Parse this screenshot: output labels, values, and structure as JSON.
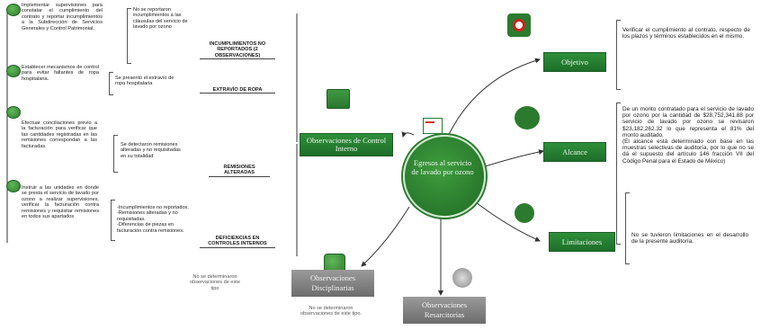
{
  "center": {
    "title": "Egresos al servicio de lavado por ozono"
  },
  "left": {
    "actions": [
      "Implementar supervisiones para constatar el cumplimiento del contrato y reportar incumplimientos a la Subdirección de Servicios Generales y Control Patrimonial.",
      "Establecer mecanismos de control para evitar faltantes de ropa hospitalaria.",
      "Efectuar conciliaciones previo a la facturación para verificar que las cantidades registradas en las remisiones correspondan a las facturadas.",
      "Instruir a las unidades en donde se presta el servicio de lavado por ozono a realizar supervisiones, verificar la facturación contra remisiones y requisitar remisiones en todos sus apartados"
    ],
    "findings": [
      "No se reportaron incumplimientos a las cláusulas del servicio de lavado por ozono",
      "Se presentó el extravío de ropa hospitalaria",
      "Se detectaron remisiones alteradas y no requisitadas en su totalidad",
      "-Incumplimientos no reportados.\n-Remisiones alteradas y no requisitadas.\n-Diferencias de piezas en facturación contra remisiones."
    ],
    "headers": [
      "INCUMPLIMIENTOS NO REPORTADOS (2 OBSERVACIONES)",
      "EXTRAVÍO DE ROPA",
      "REMISIONES ALTERADAS",
      "DEFICIENCIAS EN CONTROLES INTERNOS"
    ]
  },
  "nodes": {
    "control_interno": "Observaciones de Control Interno",
    "disciplinarias": "Observaciones Disciplinarias",
    "resarcitorias": "Observaciones Resarcitorias",
    "objetivo": "Objetivo",
    "alcance": "Alcance",
    "limitaciones": "Limitaciones"
  },
  "notes": {
    "disciplinarias": "No se determinaron observaciones de este tipo",
    "resarcitorias": "No se determinaron observaciones de este tipo."
  },
  "right": {
    "objetivo": "Verificar el cumplimiento al contrato, respecto de los plazos y términos establecidos en el mismo.",
    "alcance": "De un monto contratado para el servicio de lavado por ozono por la cantidad de $28,752,341.88 por servicio de lavado por ozono se revisaron $23,182,262.32 lo que representa el 81% del monto auditado.\n(El alcance está determinado con base en las muestras selectivas de auditoría, por lo que no se dá el supuesto del artículo 146 fracción VII del Código Penal para el Estado de México)",
    "limitaciones": "No se tuvieron limitaciones en el desarrollo de la presente auditoría."
  },
  "icons": [
    "person-icon",
    "gears-icon",
    "folder-icon",
    "money-icon",
    "org-chart-icon",
    "document-icon",
    "target-icon",
    "gears-icon",
    "traffic-light-icon",
    "tag-icon",
    "inspect-icon"
  ]
}
